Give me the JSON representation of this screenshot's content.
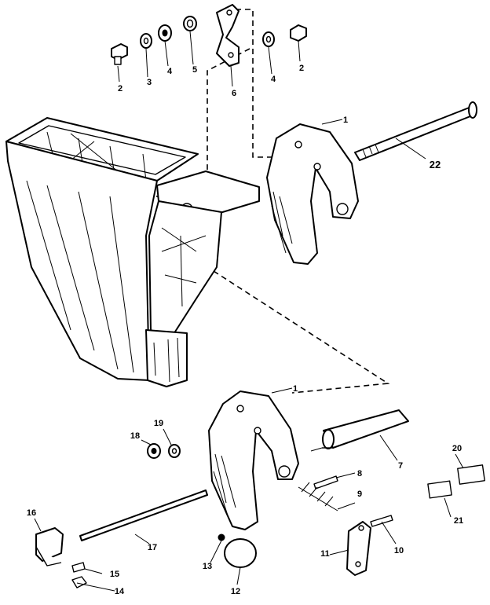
{
  "diagram": {
    "callouts": [
      "1",
      "1",
      "2",
      "2",
      "3",
      "4",
      "4",
      "5",
      "6",
      "7",
      "8",
      "9",
      "10",
      "11",
      "12",
      "13",
      "14",
      "15",
      "16",
      "17",
      "18",
      "19",
      "20",
      "21",
      "22"
    ]
  }
}
